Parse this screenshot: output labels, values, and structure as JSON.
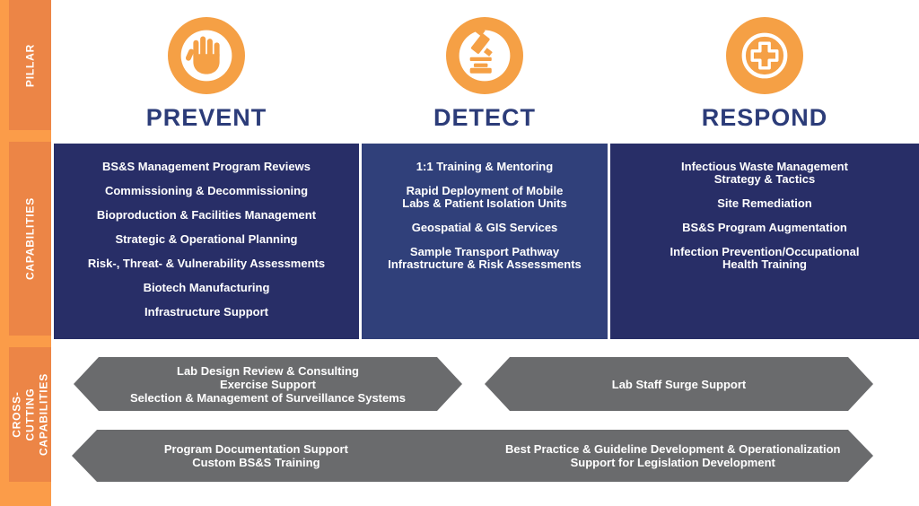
{
  "colors": {
    "sidebar_light_orange": "#FB9C49",
    "sidebar_dark_orange": "#EC8546",
    "icon_orange": "#F5A045",
    "box_navy_dark": "#282E67",
    "box_navy_mid": "#30407A",
    "title_navy": "#2C3C79",
    "banner_gray": "#6A6B6D",
    "text_white": "#FFFFFF"
  },
  "sidebar": {
    "rows": [
      {
        "label": "PILLAR"
      },
      {
        "label": "CAPABILITIES"
      },
      {
        "label": "CROSS-CUTTING\nCAPABILITIES"
      }
    ]
  },
  "pillars": [
    {
      "name": "PREVENT",
      "icon": "stop-hand-icon",
      "capabilities": [
        "BS&S Management Program Reviews",
        "Commissioning & Decommissioning",
        "Bioproduction & Facilities Management",
        "Strategic & Operational Planning",
        "Risk-, Threat- & Vulnerability Assessments",
        "Biotech Manufacturing",
        "Infrastructure Support"
      ]
    },
    {
      "name": "DETECT",
      "icon": "microscope-icon",
      "capabilities": [
        "1:1 Training & Mentoring",
        "Rapid Deployment of Mobile\nLabs & Patient Isolation Units",
        "Geospatial & GIS Services",
        "Sample Transport Pathway\nInfrastructure & Risk Assessments"
      ]
    },
    {
      "name": "RESPOND",
      "icon": "medical-cross-icon",
      "capabilities": [
        "Infectious Waste Management\nStrategy & Tactics",
        "Site Remediation",
        "BS&S Program Augmentation",
        "Infection Prevention/Occupational\nHealth Training"
      ]
    }
  ],
  "cross_cutting": {
    "row1_banners": [
      {
        "text": "Lab Design Review & Consulting\nExercise Support\nSelection & Management of Surveillance Systems"
      },
      {
        "text": "Lab Staff Surge Support"
      }
    ],
    "row2_banner": {
      "left_text": "Program Documentation Support\nCustom BS&S Training",
      "right_text": "Best Practice & Guideline Development & Operationalization\nSupport for Legislation Development"
    }
  }
}
